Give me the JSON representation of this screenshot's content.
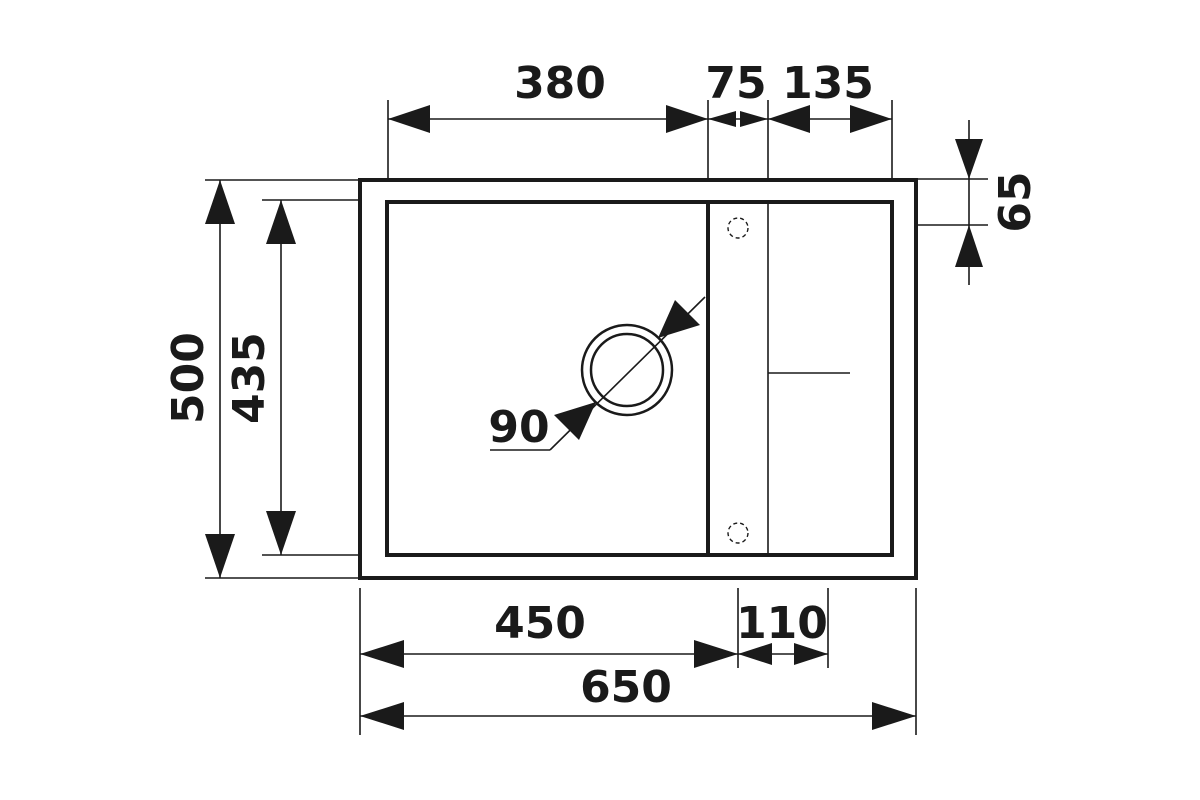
{
  "drawing": {
    "colors": {
      "ink": "#1a1a1a",
      "background": "#ffffff"
    },
    "dimensions": {
      "top_basin_width": "380",
      "top_middle_width": "75",
      "top_drainer_width": "135",
      "right_offset": "65",
      "overall_depth": "500",
      "basin_depth": "435",
      "drain_diameter": "90",
      "bottom_basin_width": "450",
      "bottom_drainer_width": "110",
      "overall_width": "650"
    }
  }
}
